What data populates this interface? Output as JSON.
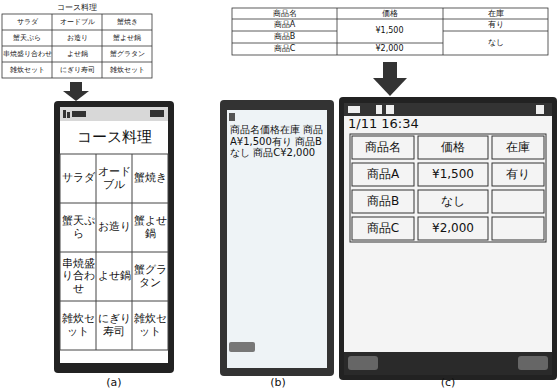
{
  "diagram": {
    "labels": [
      "コース料理",
      "サラダ",
      "オードブル",
      "蟹焼き",
      "蟹天ぷら",
      "お造り",
      "蟹よせ鍋",
      "串焼盛り合わせ",
      "よせ鍋",
      "蟹グラタン",
      "雑炊セット",
      "にぎり寿司",
      "雑炊セット",
      "コース料理",
      "サラダ",
      "オードブル",
      "蟹焼き",
      "蟹天ぷら",
      "お造り",
      "蟹よせ鍋",
      "串焼盛り合わせ",
      "よせ鍋",
      "蟹グラタン",
      "雑炊セット",
      "にぎり寿司",
      "雑炊セット",
      "商品名",
      "価格",
      "在庫",
      "商品A",
      "¥1,500",
      "有り",
      "商品B",
      "なし",
      "商品C",
      "¥2,000",
      "商品名価格在庫 商品A¥1,500有り 商品Bなし 商品C¥2,000",
      "1/11 16:34",
      "商品名",
      "価格",
      "在庫",
      "商品A",
      "¥1,500",
      "有り",
      "商品B",
      "なし",
      "商品C",
      "¥2,000",
      "(a)",
      "(b)",
      "(c)"
    ]
  }
}
